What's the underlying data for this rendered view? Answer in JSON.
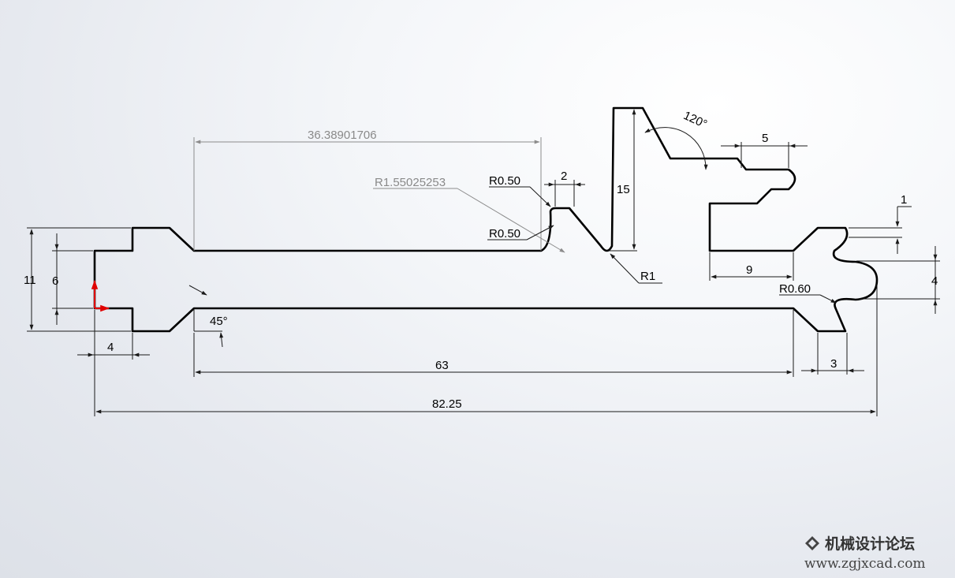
{
  "dimensions": {
    "d_36": "36.38901706",
    "r_155": "R1.55025253",
    "r050_top": "R0.50",
    "r050_bot": "R0.50",
    "d_2": "2",
    "d_15": "15",
    "a_120": "120°",
    "d_5": "5",
    "d_1": "1",
    "r1": "R1",
    "d_9": "9",
    "d_4_right": "4",
    "r060": "R0.60",
    "d_11": "11",
    "d_6": "6",
    "a_45": "45°",
    "d_4_left": "4",
    "d_63": "63",
    "d_3": "3",
    "d_8225": "82.25"
  },
  "watermark": {
    "cn": "机械设计论坛",
    "url": "www.zgjxcad.com"
  },
  "colors": {
    "profile": "#000000",
    "dimension": "#1a1a1a",
    "driven_dimension": "#8c8c8c",
    "origin_axis": "#e00000"
  }
}
